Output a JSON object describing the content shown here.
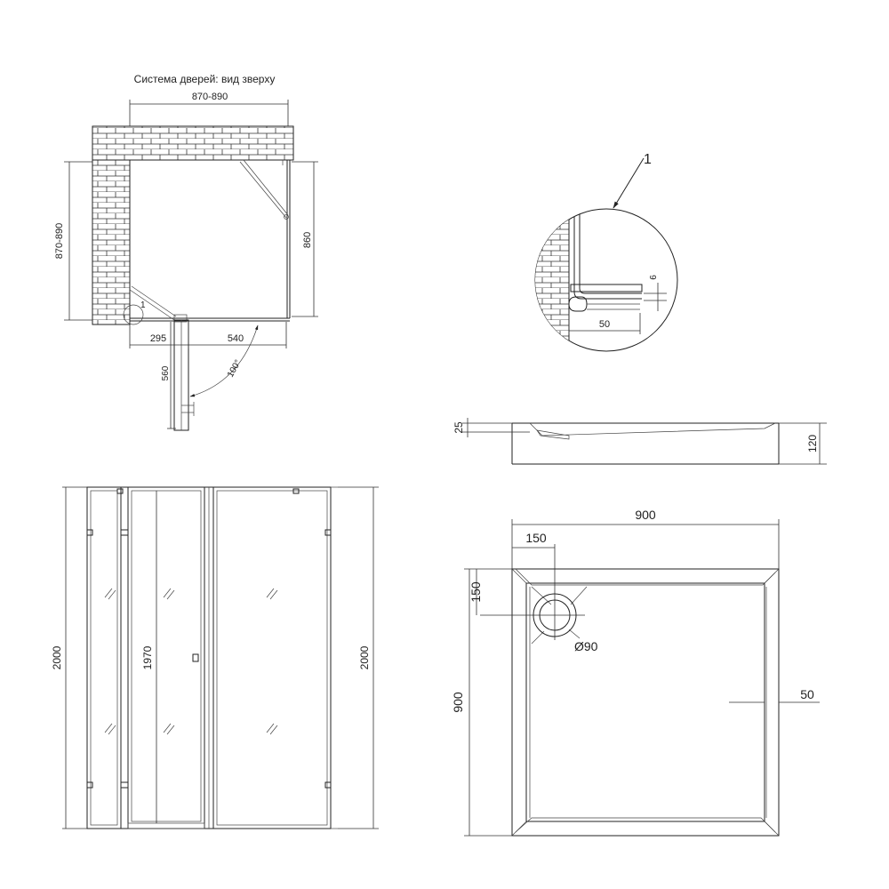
{
  "top_view": {
    "title": "Система дверей: вид зверху",
    "dim_width": "870-890",
    "dim_depth": "870-890",
    "dim_inner": "860",
    "dim_left": "295",
    "dim_door": "540",
    "dim_swing": "560",
    "dim_angle": "100°",
    "callout": "1"
  },
  "detail": {
    "callout": "1",
    "dim_small": "6",
    "dim_width": "50"
  },
  "tray_side": {
    "dim_top": "25",
    "dim_height": "120"
  },
  "front_view": {
    "dim_height_left": "2000",
    "dim_door_height": "1970",
    "dim_height_right": "2000"
  },
  "tray_plan": {
    "dim_width": "900",
    "dim_depth": "900",
    "dim_drain_x": "150",
    "dim_drain_y": "150",
    "dim_drain_dia": "Ø90",
    "dim_rim": "50"
  },
  "icons": [
    "brick-wall-icon",
    "glass-hatch-icon",
    "drain-icon",
    "arrow-icon"
  ]
}
